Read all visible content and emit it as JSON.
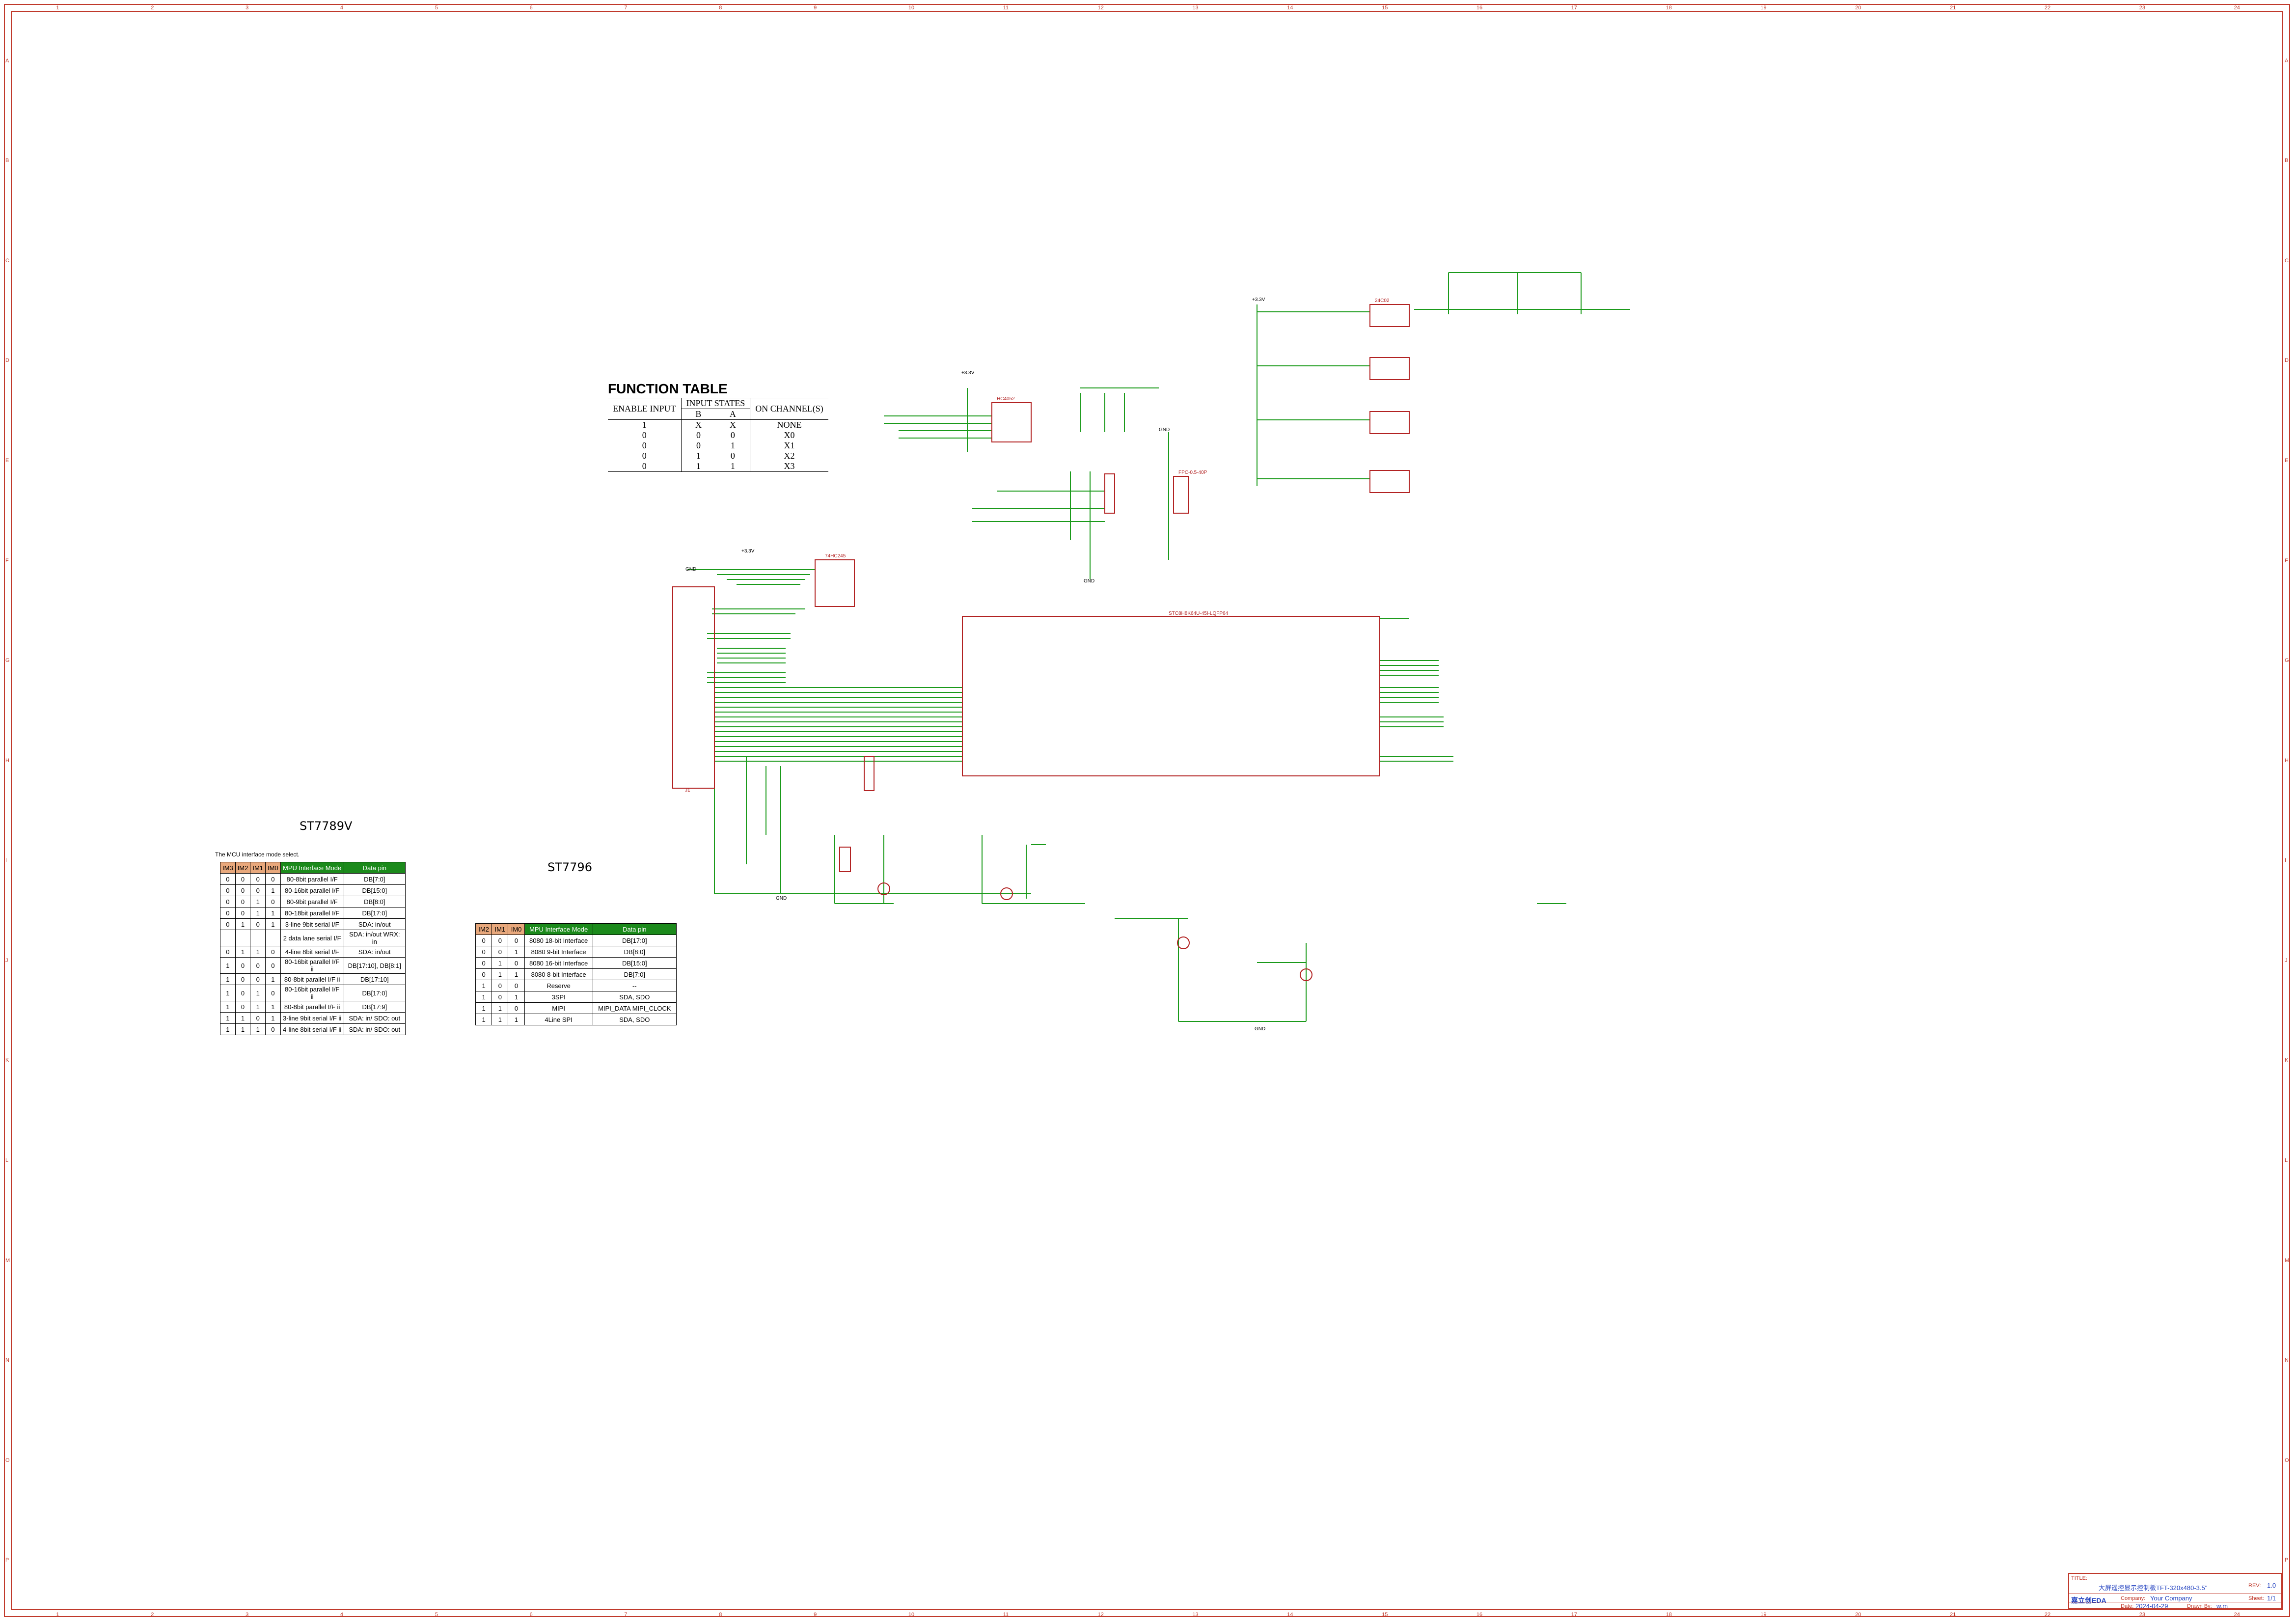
{
  "sheet": {
    "zone_numbers_top": [
      "1",
      "2",
      "3",
      "4",
      "5",
      "6",
      "7",
      "8",
      "9",
      "10",
      "11",
      "12",
      "13",
      "14",
      "15",
      "16",
      "17",
      "18",
      "19",
      "20",
      "21",
      "22",
      "23",
      "24"
    ],
    "zone_letters_side": [
      "A",
      "B",
      "C",
      "D",
      "E",
      "F",
      "G",
      "H",
      "I",
      "J",
      "K",
      "L",
      "M",
      "N",
      "O",
      "P"
    ]
  },
  "headings": {
    "st7789v": "ST7789V",
    "st7796": "ST7796",
    "function_table": "FUNCTION TABLE",
    "mcu_note": "The MCU interface mode select."
  },
  "function_table": {
    "headers": [
      "ENABLE INPUT",
      "INPUT STATES",
      "ON CHANNEL(S)"
    ],
    "subheaders": [
      "B",
      "A"
    ],
    "rows": [
      [
        "1",
        "X",
        "X",
        "NONE"
      ],
      [
        "0",
        "0",
        "0",
        "X0"
      ],
      [
        "0",
        "0",
        "1",
        "X1"
      ],
      [
        "0",
        "1",
        "0",
        "X2"
      ],
      [
        "0",
        "1",
        "1",
        "X3"
      ]
    ]
  },
  "st7789v_table": {
    "headers": [
      "IM3",
      "IM2",
      "IM1",
      "IM0",
      "MPU Interface Mode",
      "Data pin"
    ],
    "rows": [
      [
        "0",
        "0",
        "0",
        "0",
        "80-8bit parallel I/F",
        "DB[7:0]"
      ],
      [
        "0",
        "0",
        "0",
        "1",
        "80-16bit parallel I/F",
        "DB[15:0]"
      ],
      [
        "0",
        "0",
        "1",
        "0",
        "80-9bit parallel I/F",
        "DB[8:0]"
      ],
      [
        "0",
        "0",
        "1",
        "1",
        "80-18bit parallel I/F",
        "DB[17:0]"
      ],
      [
        "0",
        "1",
        "0",
        "1",
        "3-line 9bit serial I/F",
        "SDA: in/out"
      ],
      [
        "",
        "",
        "",
        "",
        "2 data lane serial I/F",
        "SDA: in/out WRX: in"
      ],
      [
        "0",
        "1",
        "1",
        "0",
        "4-line 8bit serial I/F",
        "SDA: in/out"
      ],
      [
        "1",
        "0",
        "0",
        "0",
        "80-16bit parallel I/F ii",
        "DB[17:10], DB[8:1]"
      ],
      [
        "1",
        "0",
        "0",
        "1",
        "80-8bit parallel I/F ii",
        "DB[17:10]"
      ],
      [
        "1",
        "0",
        "1",
        "0",
        "80-16bit parallel I/F ii",
        "DB[17:0]"
      ],
      [
        "1",
        "0",
        "1",
        "1",
        "80-8bit parallel I/F ii",
        "DB[17:9]"
      ],
      [
        "1",
        "1",
        "0",
        "1",
        "3-line 9bit serial I/F ii",
        "SDA: in/ SDO: out"
      ],
      [
        "1",
        "1",
        "1",
        "0",
        "4-line 8bit serial I/F ii",
        "SDA: in/ SDO: out"
      ]
    ]
  },
  "st7796_table": {
    "headers": [
      "IM2",
      "IM1",
      "IM0",
      "MPU Interface Mode",
      "Data pin"
    ],
    "rows": [
      [
        "0",
        "0",
        "0",
        "8080 18-bit Interface",
        "DB[17:0]"
      ],
      [
        "0",
        "0",
        "1",
        "8080 9-bit Interface",
        "DB[8:0]"
      ],
      [
        "0",
        "1",
        "0",
        "8080 16-bit Interface",
        "DB[15:0]"
      ],
      [
        "0",
        "1",
        "1",
        "8080 8-bit Interface",
        "DB[7:0]"
      ],
      [
        "1",
        "0",
        "0",
        "Reserve",
        "--"
      ],
      [
        "1",
        "0",
        "1",
        "3SPI",
        "SDA, SDO"
      ],
      [
        "1",
        "1",
        "0",
        "MIPI",
        "MIPI_DATA MIPI_CLOCK"
      ],
      [
        "1",
        "1",
        "1",
        "4Line SPI",
        "SDA, SDO"
      ]
    ]
  },
  "schematic_labels": {
    "gnd": "GND",
    "v33": "+3.3V",
    "u_mcu": "STC8H8K64U-45I-LQFP64",
    "u_mux": "HC4052",
    "u_fpc": "FPC-0.5-40P",
    "u_eeprom": "24C02",
    "u_buffer": "74HC245",
    "j_conn": "J1"
  },
  "title_block": {
    "title_label": "TITLE:",
    "title": "大屏遥控显示控制板TFT-320x480-3.5\"",
    "rev_label": "REV:",
    "rev": "1.0",
    "company_label": "Company:",
    "company": "Your Company",
    "sheet_label": "Sheet:",
    "sheet": "1/1",
    "date_label": "Date:",
    "date": "2024-04-29",
    "drawn_label": "Drawn By:",
    "drawn": "w.m",
    "logo": "嘉立创EDA"
  },
  "colors": {
    "border": "#c0392b",
    "wire": "#1a9a1a",
    "part": "#b22222",
    "netlabel": "#1f3fbf"
  }
}
